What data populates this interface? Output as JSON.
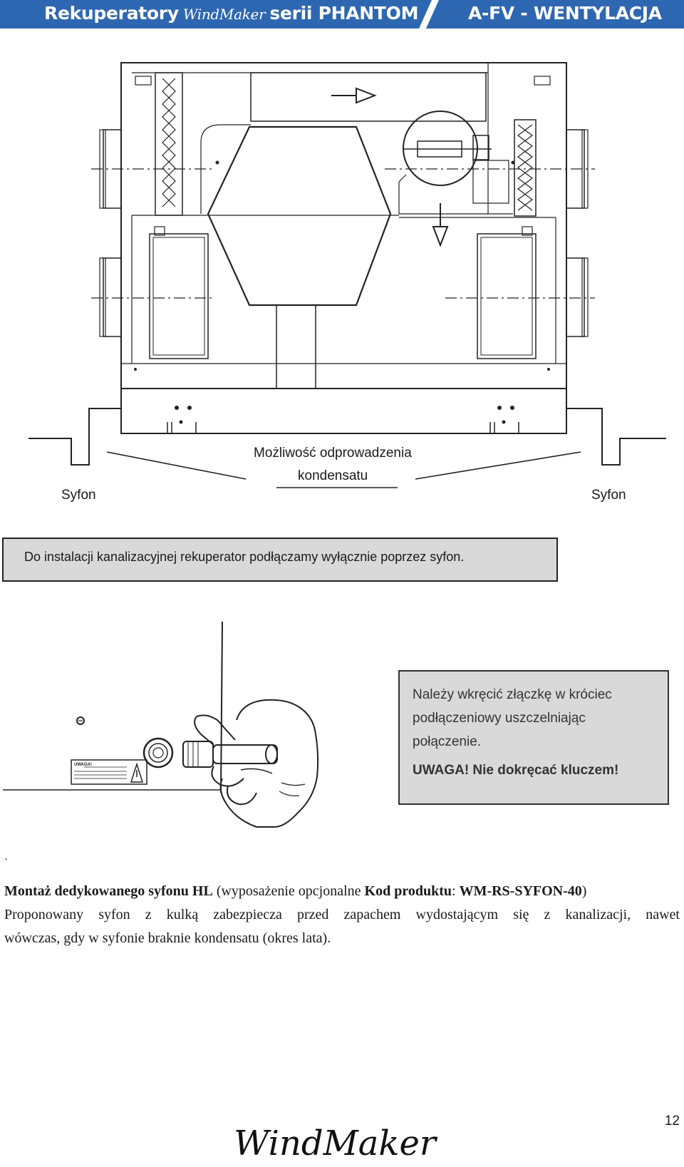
{
  "header": {
    "prefix": "Rekuperatory",
    "brand": "WindMaker",
    "suffix": "serii PHANTOM",
    "section": "A-FV - WENTYLACJA",
    "colors": {
      "bar": "#2e67b1",
      "divider": "#ffffff"
    }
  },
  "diagram": {
    "label_condensate_line1": "Możliwość odprowadzenia",
    "label_condensate_line2": "kondensatu",
    "label_siphon_left": "Syfon",
    "label_siphon_right": "Syfon"
  },
  "notice": {
    "text": "Do instalacji kanalizacyjnej rekuperator podłączamy wyłącznie poprzez syfon."
  },
  "callout": {
    "text": "Należy wkręcić złączkę w króciec podłączeniowy uszczelniając połączenie.",
    "warning": "UWAGA! Nie dokręcać kluczem!"
  },
  "photo": {
    "sticker_label": "UWAGA!"
  },
  "stray_mark": "`",
  "body": {
    "line1": {
      "bold_a": "Montaż dedykowanego syfonu HL",
      "normal_a": " (wyposażenie opcjonalne ",
      "bold_b": "Kod produktu",
      "normal_b": ": ",
      "bold_c": "WM-RS-SYFON-40",
      "normal_c": ")"
    },
    "line2": "Proponowany syfon z kulką zabezpiecza przed zapachem wydostającym się z kanalizacji, nawet",
    "line3": "wówczas, gdy w syfonie braknie kondensatu (okres lata)."
  },
  "footer": {
    "logo": "WindMaker",
    "page_number": "12"
  }
}
